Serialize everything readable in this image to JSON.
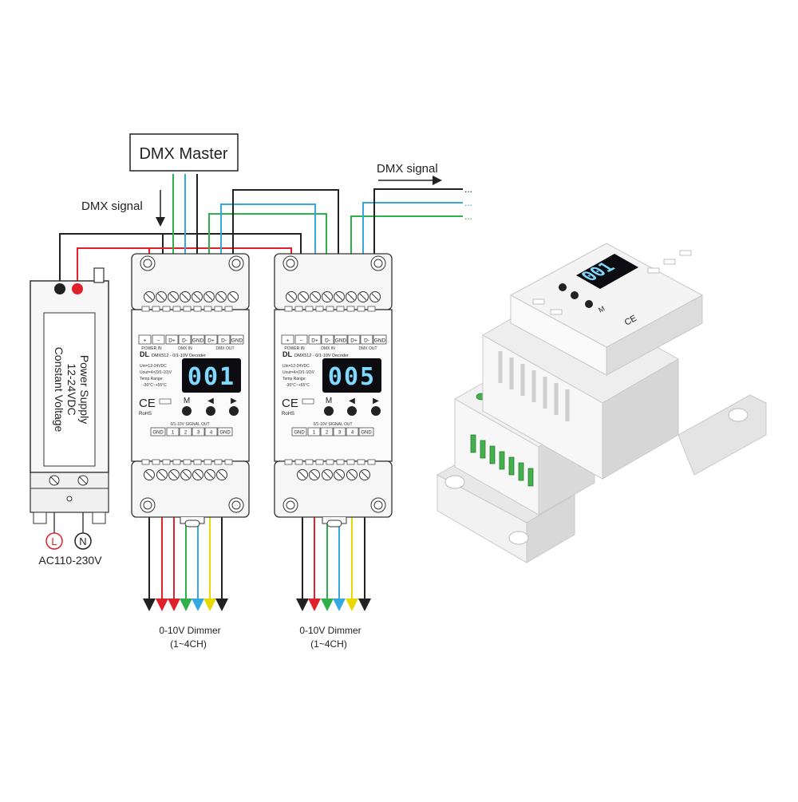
{
  "master": {
    "label": "DMX Master"
  },
  "signals": {
    "dmx_in": "DMX signal",
    "dmx_out": "DMX signal",
    "continuation": "..."
  },
  "power_supply": {
    "line1": "Power Supply",
    "line2": "12-24VDC",
    "line3": "Constant Voltage",
    "terminal_l": "L",
    "terminal_n": "N",
    "ac_label": "AC110-230V"
  },
  "decoders": [
    {
      "display": "001",
      "brand": "DL",
      "model": "DMX512 - 0/1-10V Decoder",
      "top_terminals": [
        "+",
        "−",
        "D+",
        "D-",
        "GND",
        "D+",
        "D-",
        "GND"
      ],
      "group_power": "POWER IN",
      "group_dmx_in": "DMX IN",
      "group_dmx_out": "DMX OUT",
      "spec1": "Uin=12-24VDC",
      "spec2": "Uout=4×(0/1-10)V",
      "spec3": "Temp Range:",
      "spec4": "-30°C~+55°C",
      "ce": "CE",
      "rohs": "RoHS",
      "button_m": "M",
      "button_left": "◀",
      "button_right": "▶",
      "signal_out_label": "0/1-10V SIGNAL OUT",
      "bottom_terminals": [
        "GND",
        "1",
        "2",
        "3",
        "4",
        "GND"
      ],
      "output_label": "0-10V Dimmer",
      "output_channels": "(1~4CH)"
    },
    {
      "display": "005",
      "brand": "DL",
      "model": "DMX512 - 0/1-10V Decoder",
      "top_terminals": [
        "+",
        "−",
        "D+",
        "D-",
        "GND",
        "D+",
        "D-",
        "GND"
      ],
      "group_power": "POWER IN",
      "group_dmx_in": "DMX IN",
      "group_dmx_out": "DMX OUT",
      "spec1": "Uin=12-24VDC",
      "spec2": "Uout=4×(0/1-10)V",
      "spec3": "Temp Range:",
      "spec4": "-30°C~+55°C",
      "ce": "CE",
      "rohs": "RoHS",
      "button_m": "M",
      "button_left": "◀",
      "button_right": "▶",
      "signal_out_label": "0/1-10V SIGNAL OUT",
      "bottom_terminals": [
        "GND",
        "1",
        "2",
        "3",
        "4",
        "GND"
      ],
      "output_label": "0-10V Dimmer",
      "output_channels": "(1~4CH)"
    }
  ],
  "product": {
    "display": "001",
    "button_m": "M",
    "ce": "CE"
  },
  "colors": {
    "black": "#222222",
    "red": "#e0202a",
    "green": "#2fb04a",
    "blue": "#35a8e0",
    "yellow": "#f2e600",
    "housing": "#f4f4f4",
    "display_bg": "#0c0c10",
    "display_fg": "#7fd9ff"
  }
}
